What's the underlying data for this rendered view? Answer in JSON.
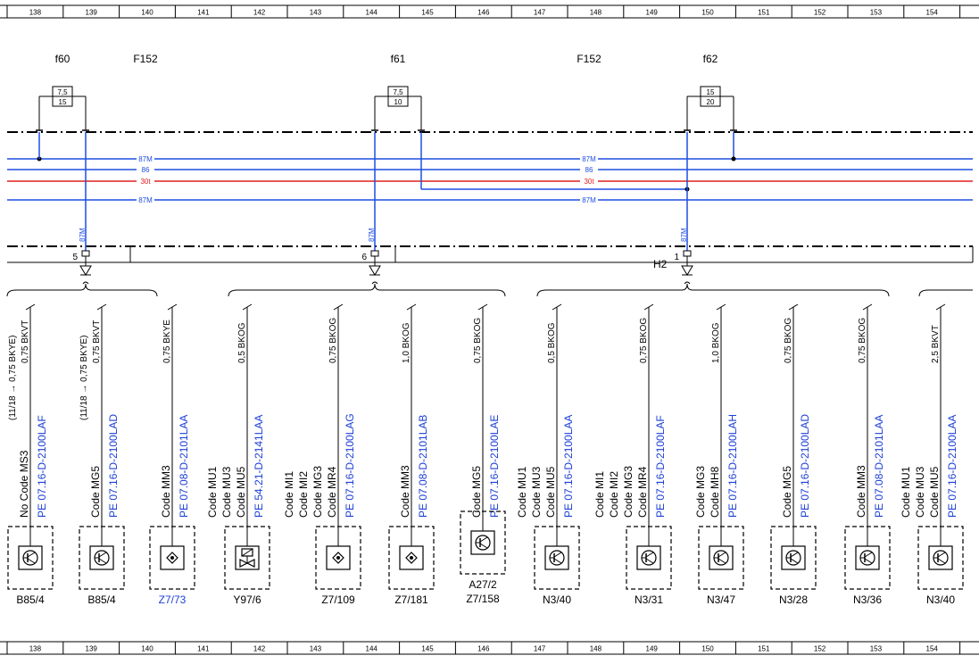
{
  "ruler": {
    "columns": [
      "138",
      "139",
      "140",
      "141",
      "142",
      "143",
      "144",
      "145",
      "146",
      "147",
      "148",
      "149",
      "150",
      "151",
      "152",
      "153",
      "154"
    ]
  },
  "fuse_groups": [
    {
      "fuse_id": "f60",
      "group_label": "F152",
      "rating_a": "7,5",
      "rating_b": "15"
    },
    {
      "fuse_id": "f61",
      "group_label": "",
      "rating_a": "7,5",
      "rating_b": "10"
    },
    {
      "fuse_id": "f62",
      "group_label": "F152",
      "rating_a": "15",
      "rating_b": "20"
    }
  ],
  "bus_lines": [
    {
      "label": "87M",
      "color": "#1f4fe0"
    },
    {
      "label": "86",
      "color": "#1f4fe0"
    },
    {
      "label": "30t",
      "color": "#e02020"
    },
    {
      "label": "87M",
      "color": "#1f4fe0"
    }
  ],
  "drops": [
    {
      "wire": "87M",
      "connector": "5",
      "extra": ""
    },
    {
      "wire": "87M",
      "connector": "6",
      "extra": ""
    },
    {
      "wire": "87M",
      "connector": "1",
      "extra": "H2"
    }
  ],
  "branches": [
    {
      "wire": "0,75 BKVT",
      "prefix": "(11/18 → 0,75 BKYE)",
      "codes": [
        "No Code MS3"
      ],
      "ref": "PE 07.16-D-2100LAF",
      "symbol": "transistor",
      "box_label": "B85/4",
      "label2": ""
    },
    {
      "wire": "0,75 BKVT",
      "prefix": "(11/18 → 0,75 BKYE)",
      "codes": [
        "Code MG5"
      ],
      "ref": "PE 07.16-D-2100LAD",
      "symbol": "transistor",
      "box_label": "B85/4",
      "label2": ""
    },
    {
      "wire": "0,75 BKYE",
      "prefix": "",
      "codes": [
        "Code MM3"
      ],
      "ref": "PE 07.08-D-2101LAA",
      "symbol": "diamond",
      "box_label": "Z7/73",
      "label2": ""
    },
    {
      "wire": "0,5 BKOG",
      "prefix": "",
      "codes": [
        "Code MU1",
        "Code MU3",
        "Code MU5"
      ],
      "ref": "PE 54.21-D-2141LAA",
      "symbol": "valve",
      "box_label": "Y97/6",
      "label2": ""
    },
    {
      "wire": "0,75 BKOG",
      "prefix": "",
      "codes": [
        "Code MI1",
        "Code MI2",
        "Code MG3",
        "Code MR4"
      ],
      "ref": "PE 07.16-D-2100LAG",
      "symbol": "diamond",
      "box_label": "Z7/109",
      "label2": ""
    },
    {
      "wire": "1,0 BKOG",
      "prefix": "",
      "codes": [
        "Code MM3"
      ],
      "ref": "PE 07.08-D-2101LAB",
      "symbol": "diamond",
      "box_label": "Z7/181",
      "label2": ""
    },
    {
      "wire": "0,75 BKOG",
      "prefix": "",
      "codes": [
        "Code MG5"
      ],
      "ref": "PE 07.16-D-2100LAE",
      "symbol": "transistor",
      "box_label": "A27/2",
      "label2": "Z7/158"
    },
    {
      "wire": "0,5 BKOG",
      "prefix": "",
      "codes": [
        "Code MU1",
        "Code MU3",
        "Code MU5"
      ],
      "ref": "PE 07.16-D-2100LAA",
      "symbol": "transistor",
      "box_label": "N3/40",
      "label2": ""
    },
    {
      "wire": "0,75 BKOG",
      "prefix": "",
      "codes": [
        "Code MI1",
        "Code MI2",
        "Code MG3",
        "Code MR4"
      ],
      "ref": "PE 07.16-D-2100LAF",
      "symbol": "transistor",
      "box_label": "N3/31",
      "label2": ""
    },
    {
      "wire": "1,0 BKOG",
      "prefix": "",
      "codes": [
        "Code MG3",
        "Code MH8"
      ],
      "ref": "PE 07.16-D-2100LAH",
      "symbol": "transistor",
      "box_label": "N3/47",
      "label2": ""
    },
    {
      "wire": "0,75 BKOG",
      "prefix": "",
      "codes": [
        "Code MG5"
      ],
      "ref": "PE 07.16-D-2100LAD",
      "symbol": "transistor",
      "box_label": "N3/28",
      "label2": ""
    },
    {
      "wire": "0,75 BKOG",
      "prefix": "",
      "codes": [
        "Code MM3"
      ],
      "ref": "PE 07.08-D-2101LAA",
      "symbol": "transistor",
      "box_label": "N3/36",
      "label2": ""
    },
    {
      "wire": "2,5 BKVT",
      "prefix": "",
      "codes": [
        "Code MU1",
        "Code MU3",
        "Code MU5"
      ],
      "ref": "PE 07.16-D-2100LAA",
      "symbol": "transistor",
      "box_label": "N3/40",
      "label2": ""
    }
  ],
  "colors": {
    "blue": "#1f4fe0",
    "red": "#e02020",
    "text_blue": "#1c3fd6",
    "black": "#000000"
  }
}
